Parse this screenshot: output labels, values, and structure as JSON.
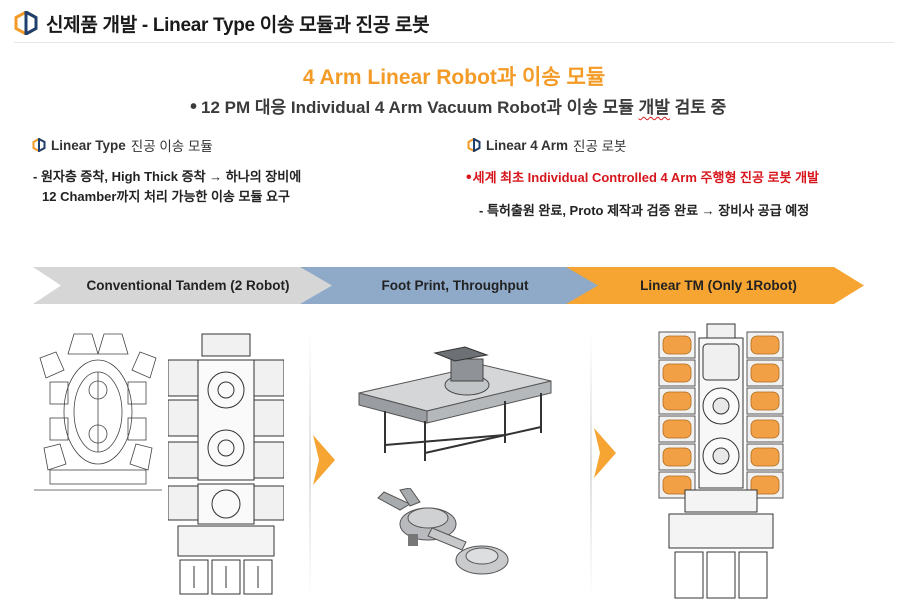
{
  "header": {
    "title": "신제품 개발 - Linear Type 이송 모듈과 진공 로봇"
  },
  "main_title": "4 Arm Linear Robot과 이송  모듈",
  "subtitle": {
    "bullet": "•",
    "prefix": "12 PM 대응 Individual 4 Arm Vacuum Robot과 이송 모듈 ",
    "underlined": "개발",
    "suffix": " 검토 중"
  },
  "left_section": {
    "head_bold": "Linear Type",
    "head_rest": "진공  이송  모듈",
    "line1": "-  원자층 증착, High Thick 증착 → 하나의 장비에",
    "line2": "12 Chamber까지 처리 가능한  이송 모듈 요구"
  },
  "right_section": {
    "head_bold": "Linear 4  Arm",
    "head_rest": "진공  로봇",
    "red_bullet": "•",
    "red_line": "세계 최초 Individual Controlled 4 Arm 주행형 진공 로봇 개발",
    "line2": "-  특허출원 완료, Proto 제작과 검증 완료 → 장비사 공급 예정"
  },
  "chevrons": [
    {
      "label": "Conventional Tandem (2 Robot)",
      "color": "#d6d6d6"
    },
    {
      "label": "Foot Print, Throughput",
      "color": "#8eaac8"
    },
    {
      "label": "Linear TM (Only 1Robot)",
      "color": "#f6a432"
    }
  ],
  "colors": {
    "accent_orange": "#f39b26",
    "red": "#d6161c",
    "drawing_orange": "#f2a046"
  },
  "icons": {
    "header": "hexagon-logo-icon",
    "section": "hexagon-bullet-icon"
  }
}
